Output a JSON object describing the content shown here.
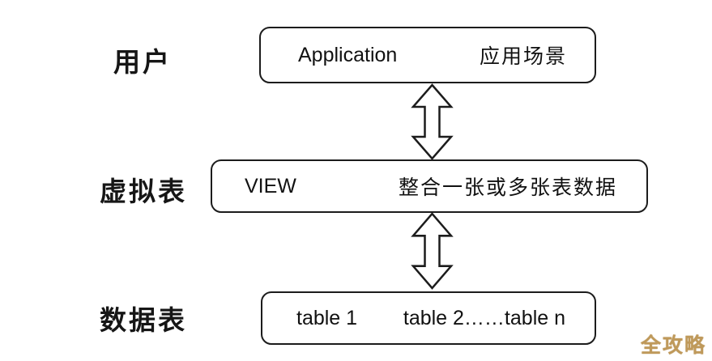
{
  "diagram": {
    "rows": [
      {
        "label": "用户",
        "box": {
          "left_text": "Application",
          "right_text": "应用场景"
        }
      },
      {
        "label": "虚拟表",
        "box": {
          "left_text": "VIEW",
          "right_text": "整合一张或多张表数据"
        }
      },
      {
        "label": "数据表",
        "box": {
          "left_text": "table 1",
          "right_text": "table 2……table n"
        }
      }
    ],
    "arrows": [
      {
        "name": "app-view-bidirectional-arrow"
      },
      {
        "name": "view-tables-bidirectional-arrow"
      }
    ],
    "watermark": "全攻略",
    "colors": {
      "background": "#ffffff",
      "border": "#1c1c1c",
      "text": "#111111",
      "watermark": "#bf995a"
    }
  }
}
